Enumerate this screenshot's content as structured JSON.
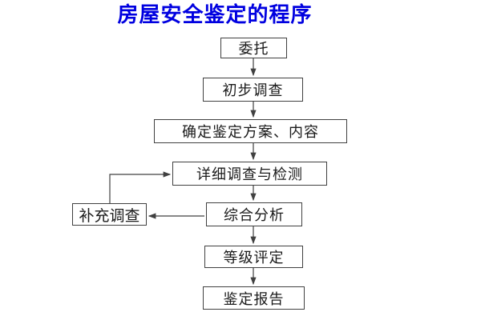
{
  "title": {
    "text": "房屋安全鉴定的程序",
    "color": "#0000e0"
  },
  "flowchart": {
    "nodes": [
      {
        "id": "weituo",
        "label": "委托"
      },
      {
        "id": "chubu-diaocha",
        "label": "初步调查"
      },
      {
        "id": "queding-fangan",
        "label": "确定鉴定方案、内容"
      },
      {
        "id": "xiangxi-diaocha",
        "label": "详细调查与检测"
      },
      {
        "id": "zonghe-fenxi",
        "label": "综合分析"
      },
      {
        "id": "buchong-diaocha",
        "label": "补充调查"
      },
      {
        "id": "dengji-pingding",
        "label": "等级评定"
      },
      {
        "id": "jianding-baogao",
        "label": "鉴定报告"
      }
    ],
    "edges": [
      {
        "from": "委托",
        "to": "初步调查"
      },
      {
        "from": "初步调查",
        "to": "确定鉴定方案、内容"
      },
      {
        "from": "确定鉴定方案、内容",
        "to": "详细调查与检测"
      },
      {
        "from": "详细调查与检测",
        "to": "综合分析"
      },
      {
        "from": "综合分析",
        "to": "等级评定"
      },
      {
        "from": "等级评定",
        "to": "鉴定报告"
      },
      {
        "from": "综合分析",
        "to": "补充调查"
      },
      {
        "from": "补充调查",
        "to": "详细调查与检测"
      }
    ],
    "line_color": "#404040"
  }
}
